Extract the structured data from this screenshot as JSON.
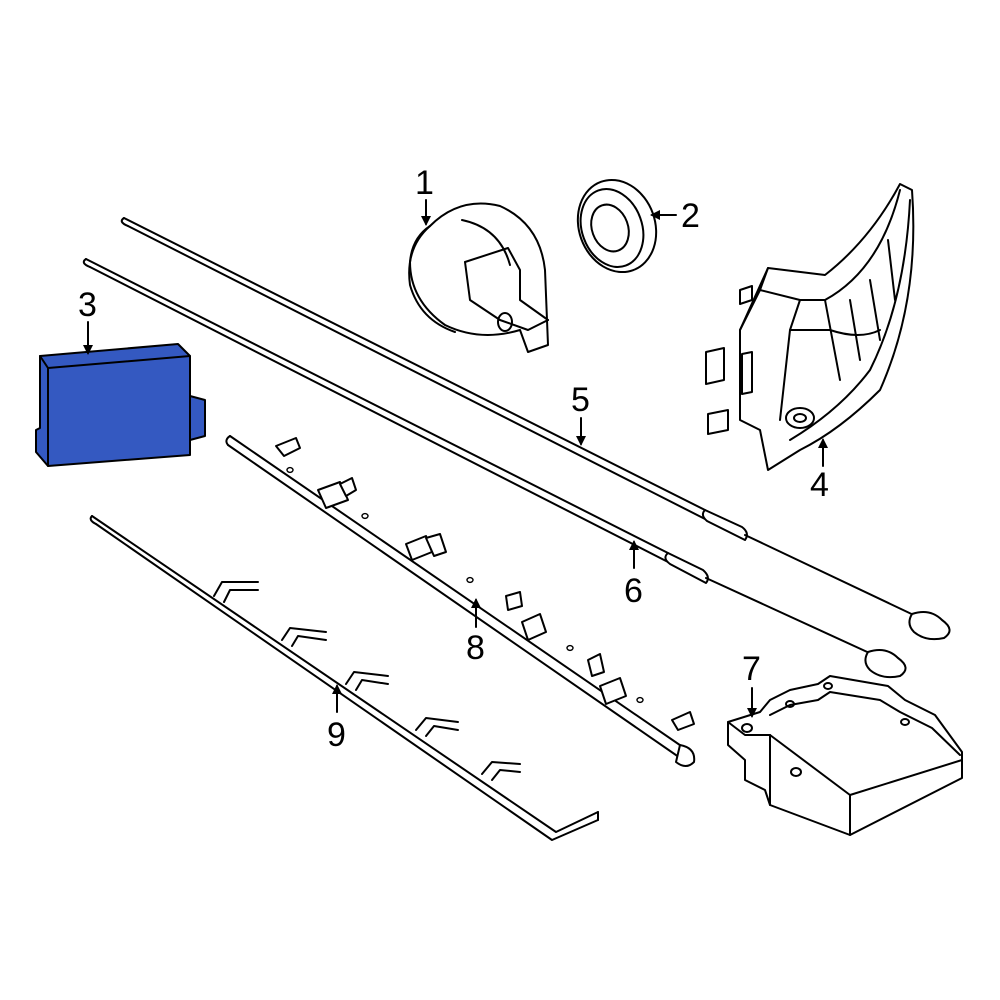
{
  "colors": {
    "highlight": "#3459c1",
    "line": "#000000",
    "background": "#ffffff"
  },
  "callouts": [
    {
      "id": "1",
      "text": "1"
    },
    {
      "id": "2",
      "text": "2"
    },
    {
      "id": "3",
      "text": "3"
    },
    {
      "id": "4",
      "text": "4"
    },
    {
      "id": "5",
      "text": "5"
    },
    {
      "id": "6",
      "text": "6"
    },
    {
      "id": "7",
      "text": "7"
    },
    {
      "id": "8",
      "text": "8"
    },
    {
      "id": "9",
      "text": "9"
    }
  ],
  "highlighted_part": "3"
}
